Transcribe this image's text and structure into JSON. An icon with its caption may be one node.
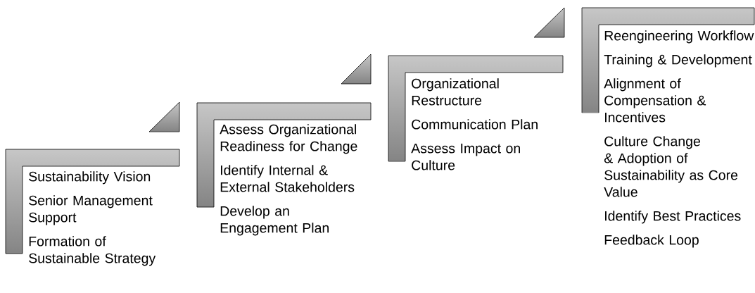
{
  "diagram": {
    "nodes": [
      {
        "text": [
          "Sustainability Vision",
          "Senior Management Support",
          "Formation of Sustainable Strategy"
        ]
      },
      {
        "text": [],
        "shape": "triangle"
      },
      {
        "text": [
          "Assess Organizational Readiness for Change",
          "Identify Internal & External Stakeholders",
          "Develop an Engagement Plan"
        ]
      },
      {
        "text": [],
        "shape": "triangle"
      },
      {
        "text": [
          "Organizational Restructure",
          "Communication Plan",
          "Assess Impact on Culture"
        ]
      },
      {
        "text": [],
        "shape": "triangle"
      },
      {
        "text": [
          "Reengineering Workflow",
          "Training & Development",
          "Alignment of Compensation & Incentives",
          "Culture Change & Adoption of Sustainability as Core Value",
          "Identify Best Practices",
          "Feedback Loop"
        ]
      }
    ]
  }
}
